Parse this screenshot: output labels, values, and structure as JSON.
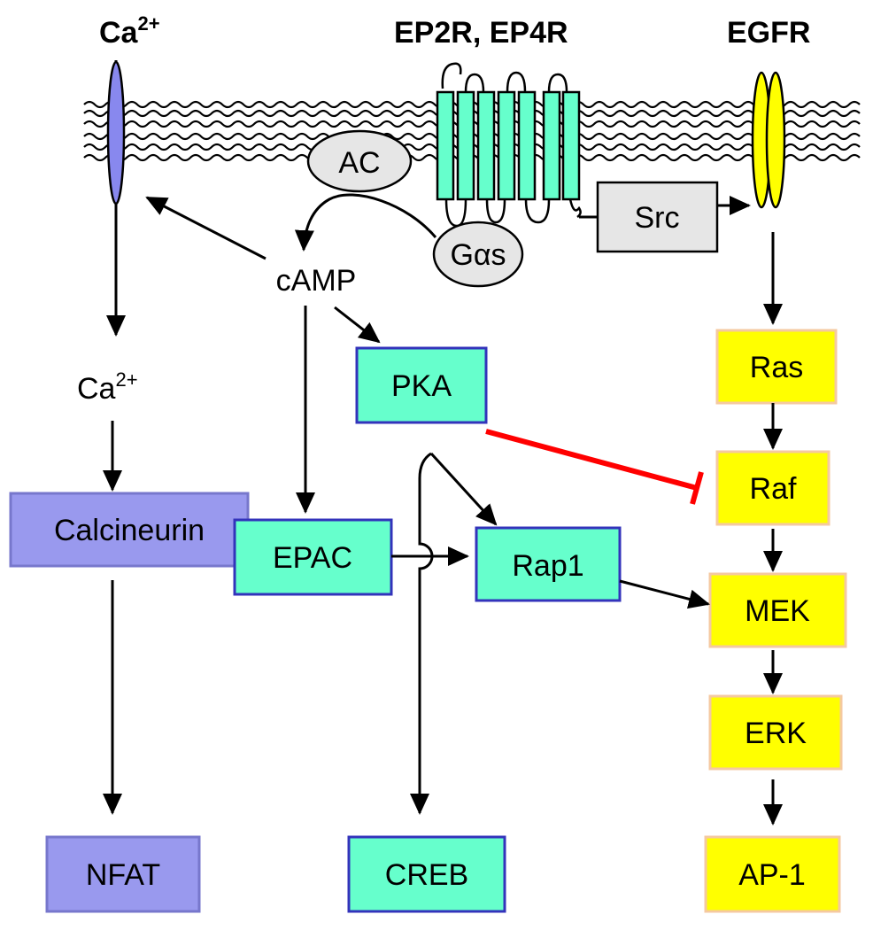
{
  "headers": {
    "calcium_channel": "Ca",
    "calcium_channel_sup": "2+",
    "receptors": "EP2R, EP4R",
    "egfr": "EGFR"
  },
  "membrane": {
    "ac": "AC",
    "gas": "Gαs",
    "src": "Src"
  },
  "messengers": {
    "camp": "cAMP",
    "calcium": "Ca",
    "calcium_sup": "2+"
  },
  "nodes": {
    "pka": "PKA",
    "epac": "EPAC",
    "rap1": "Rap1",
    "calcineurin": "Calcineurin",
    "nfat": "NFAT",
    "creb": "CREB",
    "ras": "Ras",
    "raf": "Raf",
    "mek": "MEK",
    "erk": "ERK",
    "ap1": "AP-1"
  },
  "colors": {
    "teal": "#66FFCC",
    "teal_border": "#3333BB",
    "purple": "#9999EE",
    "purple_border": "#7777CC",
    "yellow": "#FFFF00",
    "yellow_border": "#F5C9A0",
    "inhibition": "#FF0000",
    "grey": "#E6E6E6"
  }
}
